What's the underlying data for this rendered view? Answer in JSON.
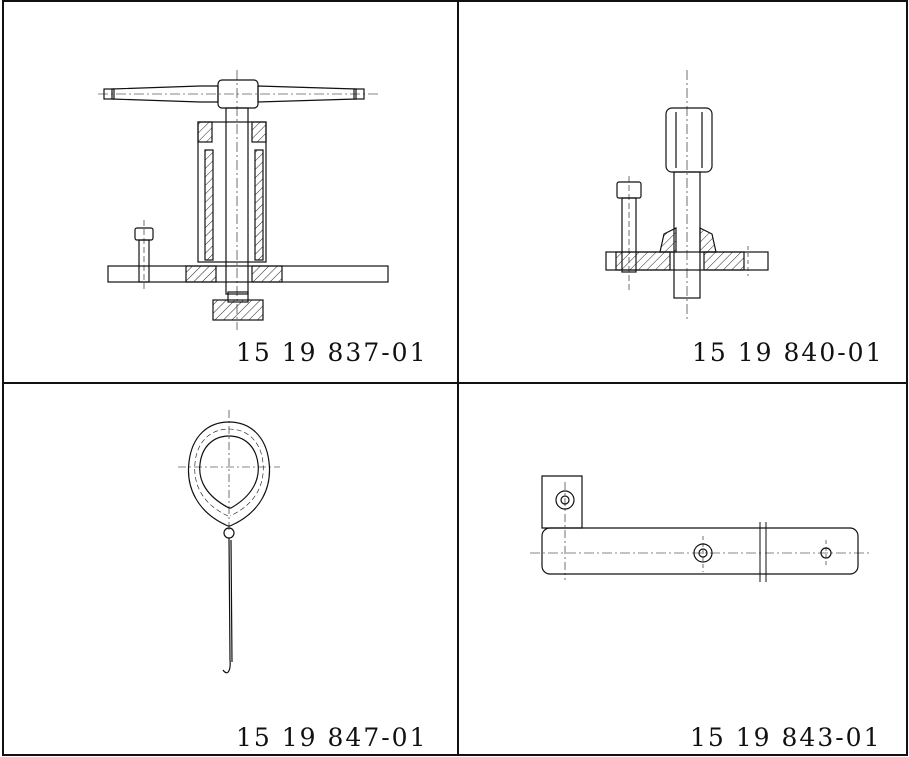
{
  "parts": [
    {
      "id": "p1",
      "part_number": "15 19 837-01",
      "icon": "puller-tool"
    },
    {
      "id": "p2",
      "part_number": "15 19 840-01",
      "icon": "flange-bolt-tool"
    },
    {
      "id": "p3",
      "part_number": "15 19 847-01",
      "icon": "loop-hook-tool"
    },
    {
      "id": "p4",
      "part_number": "15 19 843-01",
      "icon": "bracket-bar"
    }
  ]
}
